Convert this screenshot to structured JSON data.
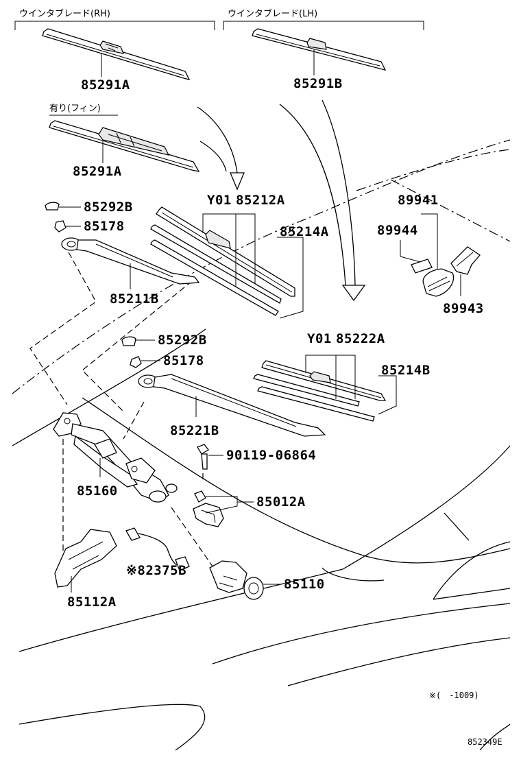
{
  "headers": {
    "rh": "ウインタブレード(RH)",
    "lh": "ウインタブレード(LH)",
    "fin": "有り(フィン)"
  },
  "parts": {
    "p85291a_top": "85291A",
    "p85291b": "85291B",
    "p85291a_fin": "85291A",
    "p85292b_1": "85292B",
    "p85178_1": "85178",
    "p85211b": "85211B",
    "y01_1": "Y01",
    "p85212a": "85212A",
    "p85214a": "85214A",
    "p89941": "89941",
    "p89944": "89944",
    "p89943": "89943",
    "p85292b_2": "85292B",
    "p85178_2": "85178",
    "y01_2": "Y01",
    "p85222a": "85222A",
    "p85214b": "85214B",
    "p85221b": "85221B",
    "p90119": "90119-06864",
    "p85160": "85160",
    "p85012a": "85012A",
    "p82375b": "※82375B",
    "p85110": "85110",
    "p85112a": "85112A"
  },
  "footnote": "※(　-1009)",
  "diagram_id": "852349E"
}
